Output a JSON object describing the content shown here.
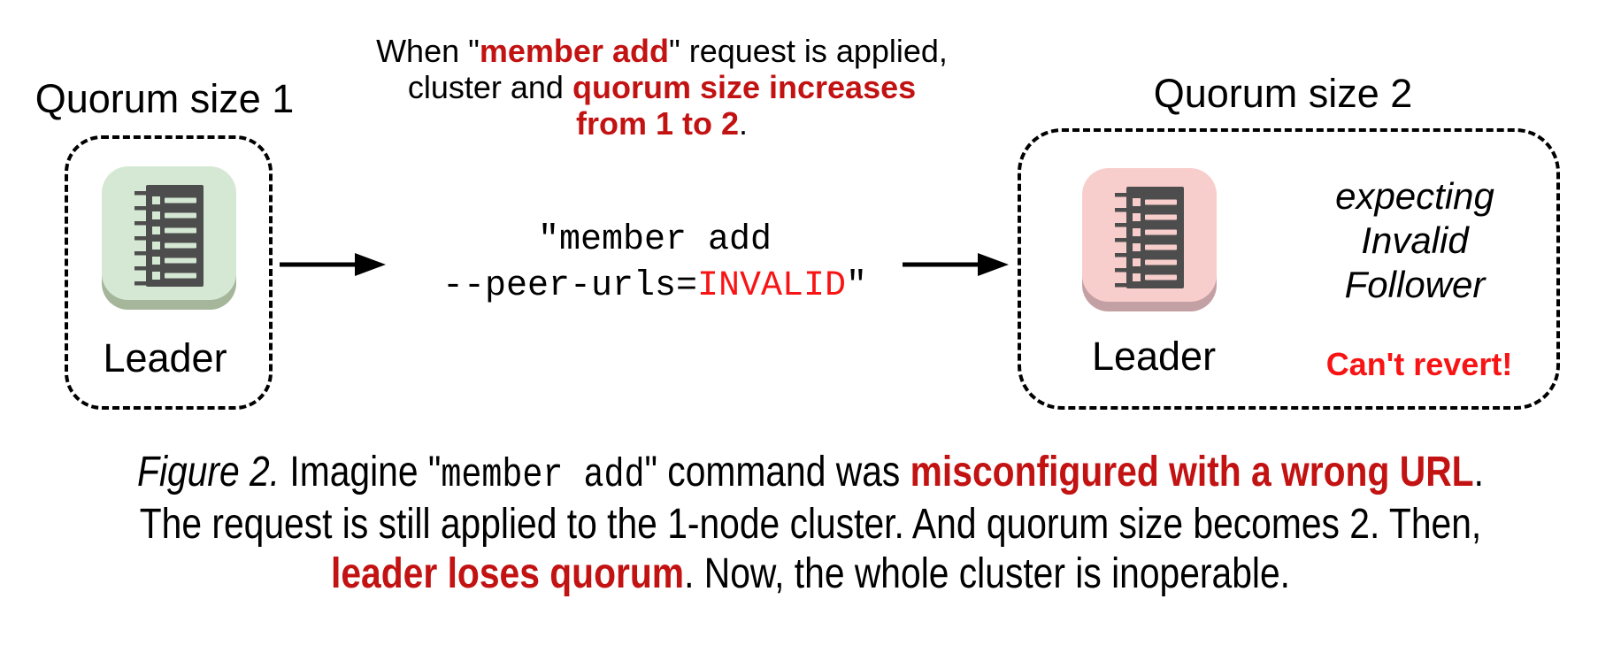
{
  "colors": {
    "red_emphasis": "#c21212",
    "red_bright": "#f81414",
    "node_green_fill": "#d5e8d4",
    "node_green_rim": "#a5b69b",
    "node_pink_fill": "#f8cecc",
    "node_pink_rim": "#c3a0a4",
    "icon_dark": "#4d4d4d",
    "text_black": "#000000"
  },
  "left_group": {
    "title": "Quorum size 1",
    "node_label": "Leader"
  },
  "note": {
    "line1_pre": "When \"",
    "line1_em": "member add",
    "line1_post": "\" request is applied,",
    "line2_pre": "cluster and ",
    "line2_em": "quorum size increases",
    "line3_em": "from 1 to 2",
    "line3_post": "."
  },
  "command": {
    "line1": "\"member add",
    "line2_pre": "--peer-urls=",
    "line2_em": "INVALID",
    "line2_post": "\""
  },
  "right_group": {
    "title": "Quorum size 2",
    "node_label": "Leader",
    "expect_line1": "expecting",
    "expect_line2": "Invalid",
    "expect_line3": "Follower",
    "warning": "Can't revert!"
  },
  "caption": {
    "figure_label": "Figure 2.",
    "seg1": " Imagine \"",
    "code1": "member add",
    "seg2": "\" command was ",
    "em1": "misconfigured with a wrong URL",
    "seg3": ".",
    "line2": "The request is still applied to the 1-node cluster. And quorum size becomes 2. Then,",
    "em2": "leader loses quorum",
    "seg4": ". Now, the whole cluster is inoperable."
  }
}
